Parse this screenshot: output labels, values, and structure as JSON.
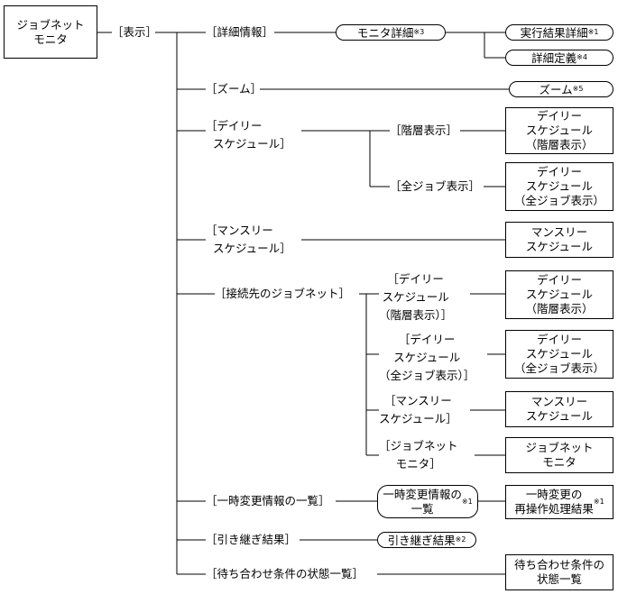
{
  "root": {
    "label": "ジョブネット\nモニタ"
  },
  "menu_display": "［表示］",
  "branches": {
    "detail_info": "［詳細情報］",
    "zoom": "［ズーム］",
    "daily_schedule": "［デイリー\n  スケジュール］",
    "monthly_schedule": "［マンスリー\n  スケジュール］",
    "connected_jobnet": "［接続先のジョブネット］",
    "temp_change_list": "［一時変更情報の一覧］",
    "inherit_result": "［引き継ぎ結果］",
    "wait_condition_list": "［待ち合わせ条件の状態一覧］"
  },
  "sub_labels": {
    "hierarchy_view": "［階層表示］",
    "all_jobs_view": "［全ジョブ表示］",
    "conn_daily_hier": "［デイリー\nスケジュール\n（階層表示）］",
    "conn_daily_all": "［デイリー\nスケジュール\n（全ジョブ表示）］",
    "conn_monthly": "［マンスリー\nスケジュール］",
    "conn_jobnet_monitor": "［ジョブネット\nモニタ］"
  },
  "pills": {
    "monitor_detail": {
      "text": "モニタ詳細",
      "note": "※3"
    },
    "exec_result_detail": {
      "text": "実行結果詳細",
      "note": "※1"
    },
    "detail_definition": {
      "text": "詳細定義",
      "note": "※4"
    },
    "zoom": {
      "text": "ズーム",
      "note": "※5"
    },
    "inherit_result": {
      "text": "引き継ぎ結果",
      "note": "※2"
    }
  },
  "rounded_boxes": {
    "temp_change_list": {
      "text": "一時変更情報の\n一覧",
      "note": "※1"
    }
  },
  "boxes": {
    "daily_hier": "デイリー\nスケジュール\n（階層表示）",
    "daily_all": "デイリー\nスケジュール\n（全ジョブ表示）",
    "monthly": "マンスリー\nスケジュール",
    "conn_daily_hier": "デイリー\nスケジュール\n（階層表示）",
    "conn_daily_all": "デイリー\nスケジュール\n（全ジョブ表示）",
    "conn_monthly": "マンスリー\nスケジュール",
    "conn_jobnet_monitor": "ジョブネット\nモニタ",
    "reexec_result": {
      "text": "一時変更の\n再操作処理結果",
      "note": "※1"
    },
    "wait_condition": "待ち合わせ条件の\n状態一覧"
  }
}
